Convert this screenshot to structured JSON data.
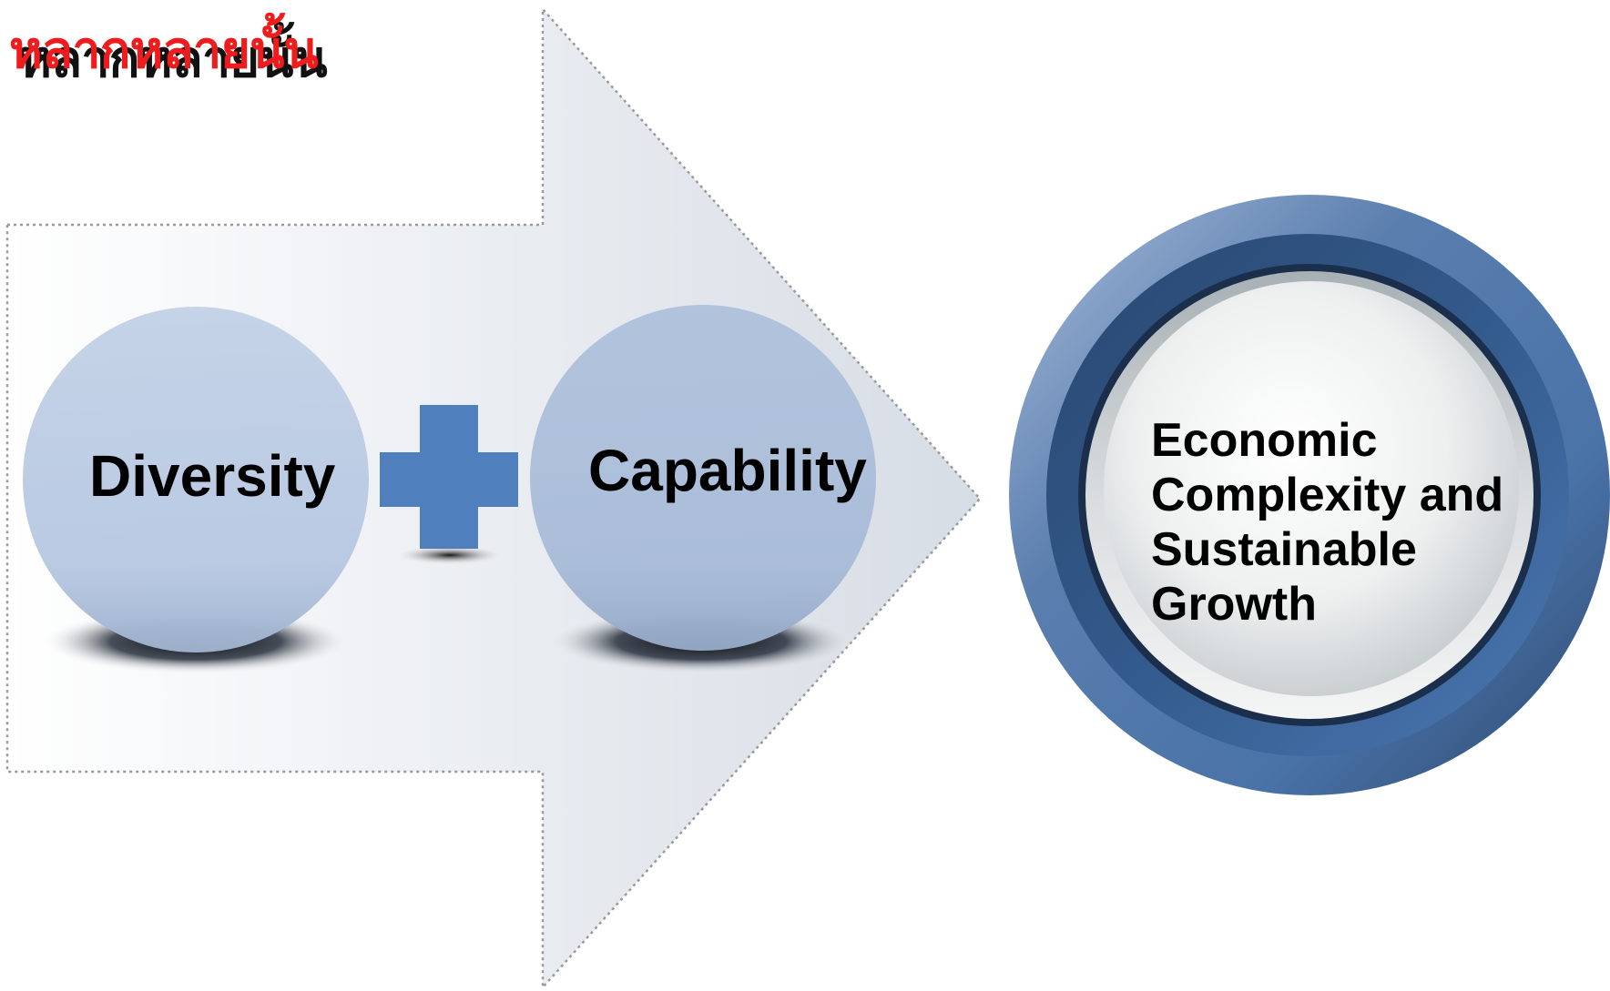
{
  "header": {
    "thai_title": "หลากหลายนั้น"
  },
  "diagram": {
    "inputs": [
      {
        "label": "Diversity"
      },
      {
        "label": "Capability"
      }
    ],
    "operator": "plus",
    "outcome": {
      "label": "Economic Complexity and Sustainable Growth"
    }
  },
  "colors": {
    "arrow_fill": "#dde2e9",
    "arrow_border": "#9a9a9a",
    "circle_fill": "#b3c5e0",
    "plus_fill": "#4f80bd",
    "ring_outer": "#3f6290",
    "ring_inner": "#1b2f4d",
    "inner_disc": "#e6e8e9",
    "title_red": "#ee1c1c"
  },
  "icons": {
    "operator_icon": "plus-icon"
  }
}
